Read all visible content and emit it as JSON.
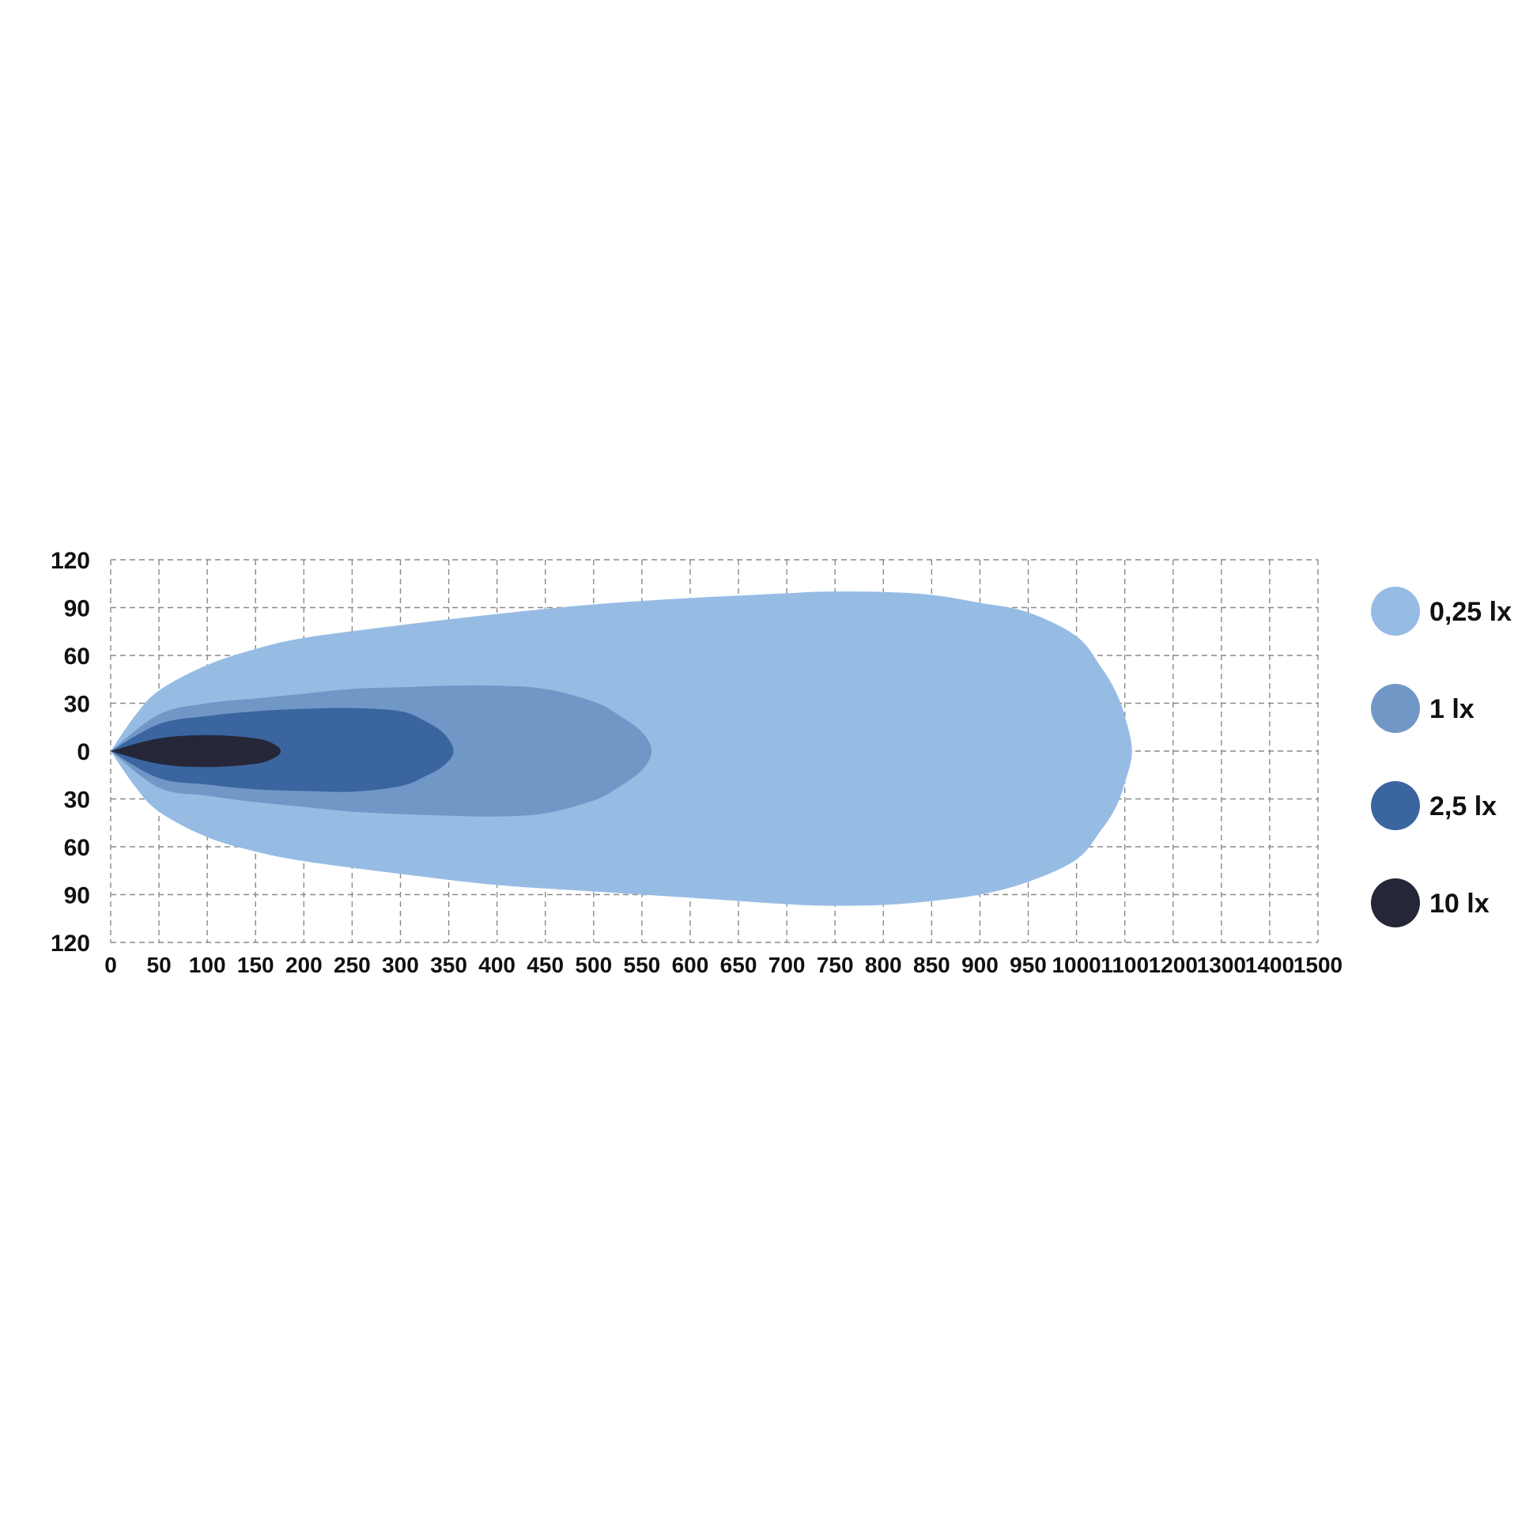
{
  "chart_data": {
    "type": "area",
    "title": "",
    "xlabel": "",
    "ylabel": "",
    "xlim": [
      0,
      1500
    ],
    "ylim": [
      -120,
      120
    ],
    "grid": true,
    "grid_style": "dashed",
    "legend_position": "right",
    "x_ticks": [
      0,
      50,
      100,
      150,
      200,
      250,
      300,
      350,
      400,
      450,
      500,
      550,
      600,
      650,
      700,
      750,
      800,
      850,
      900,
      950,
      1000,
      1100,
      1200,
      1300,
      1400,
      1500
    ],
    "y_tick_values": [
      120,
      90,
      60,
      30,
      0,
      -30,
      -60,
      -90,
      -120
    ],
    "y_tick_labels": [
      "120",
      "90",
      "60",
      "30",
      "0",
      "30",
      "60",
      "90",
      "120"
    ],
    "series": [
      {
        "name": "0,25 lx",
        "color": "#97bce4",
        "x": [
          0,
          25,
          50,
          100,
          150,
          200,
          300,
          400,
          500,
          600,
          650,
          700,
          740,
          800,
          850,
          900,
          950,
          1000,
          1050,
          1080,
          1100,
          1115
        ],
        "upper": [
          0,
          22,
          38,
          54,
          64,
          71,
          79,
          86,
          92,
          96,
          97.5,
          99,
          100,
          99.8,
          98,
          93,
          87,
          72,
          53,
          38,
          22,
          0
        ],
        "lower": [
          0,
          -22,
          -38,
          -54,
          -63,
          -69,
          -77,
          -84,
          -88,
          -92,
          -94,
          -96,
          -97,
          -96.5,
          -94,
          -90,
          -82,
          -68,
          -50,
          -36,
          -20,
          0
        ]
      },
      {
        "name": "1 lx",
        "color": "#7197c6",
        "x": [
          0,
          50,
          100,
          150,
          200,
          250,
          300,
          350,
          400,
          450,
          500,
          525,
          550,
          560
        ],
        "upper": [
          0,
          23,
          30,
          33,
          36,
          39,
          40,
          41,
          41,
          39,
          31,
          23,
          12,
          0
        ],
        "lower": [
          0,
          -23,
          -28,
          -32,
          -35,
          -38,
          -39.5,
          -40.5,
          -41,
          -39,
          -31,
          -23,
          -12,
          0
        ]
      },
      {
        "name": "2,5 lx",
        "color": "#3a659f",
        "x": [
          0,
          50,
          100,
          150,
          200,
          250,
          300,
          325,
          345,
          355
        ],
        "upper": [
          0,
          17,
          22,
          25,
          26.5,
          27,
          25,
          19,
          11,
          0
        ],
        "lower": [
          0,
          -17,
          -21,
          -24,
          -25,
          -25.5,
          -22,
          -16,
          -9,
          0
        ]
      },
      {
        "name": "10 lx",
        "color": "#252738",
        "x": [
          0,
          50,
          100,
          150,
          170,
          176
        ],
        "upper": [
          0,
          8,
          10,
          8,
          4,
          0
        ],
        "lower": [
          0,
          -8,
          -10,
          -8,
          -4,
          0
        ]
      }
    ]
  }
}
